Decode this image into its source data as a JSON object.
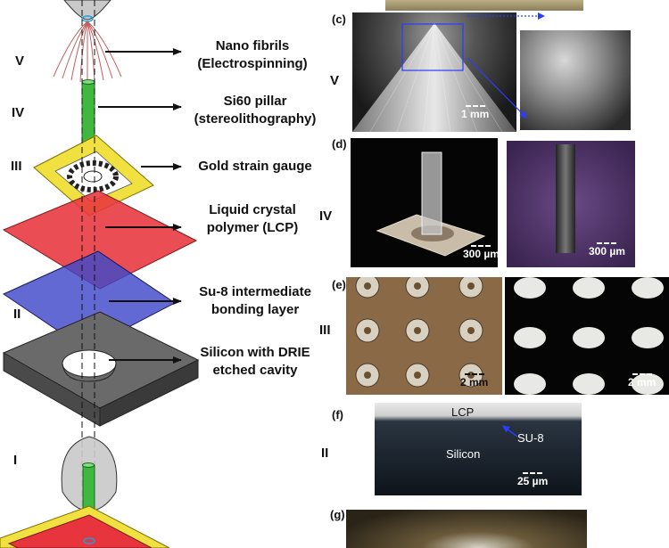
{
  "layers": [
    {
      "roman": "V",
      "label_line1": "Nano fibrils",
      "label_line2": "(Electrospinning)"
    },
    {
      "roman": "IV",
      "label_line1": "Si60 pillar",
      "label_line2": "(stereolithography)"
    },
    {
      "roman": "III",
      "label_line1": "Gold strain gauge"
    },
    {
      "label_line1": "Liquid crystal",
      "label_line2": "polymer (LCP)"
    },
    {
      "roman": "II",
      "label_line1": "Su-8 intermediate",
      "label_line2": "bonding layer"
    },
    {
      "label_line1": "Silicon with DRIE",
      "label_line2": "etched cavity"
    },
    {
      "roman": "I"
    }
  ],
  "panels": {
    "c": {
      "letter": "(c)",
      "row": "V",
      "scale": "1 mm"
    },
    "d": {
      "letter": "(d)",
      "row": "IV",
      "scale_left": "300 µm",
      "scale_right": "300 µm"
    },
    "e": {
      "letter": "(e)",
      "row": "III",
      "scale_left": "2 mm",
      "scale_right": "2 mm"
    },
    "f": {
      "letter": "(f)",
      "row": "II",
      "lcp": "LCP",
      "su8": "SU-8",
      "silicon": "Silicon",
      "scale": "25 µm"
    },
    "g": {
      "letter": "(g)"
    }
  },
  "colors": {
    "pillar": "#3fb83f",
    "lcp": "#e8343c",
    "su8": "#4048c8",
    "silicon": "#606060",
    "gold": "#f0e040",
    "fibril": "#c06060"
  }
}
